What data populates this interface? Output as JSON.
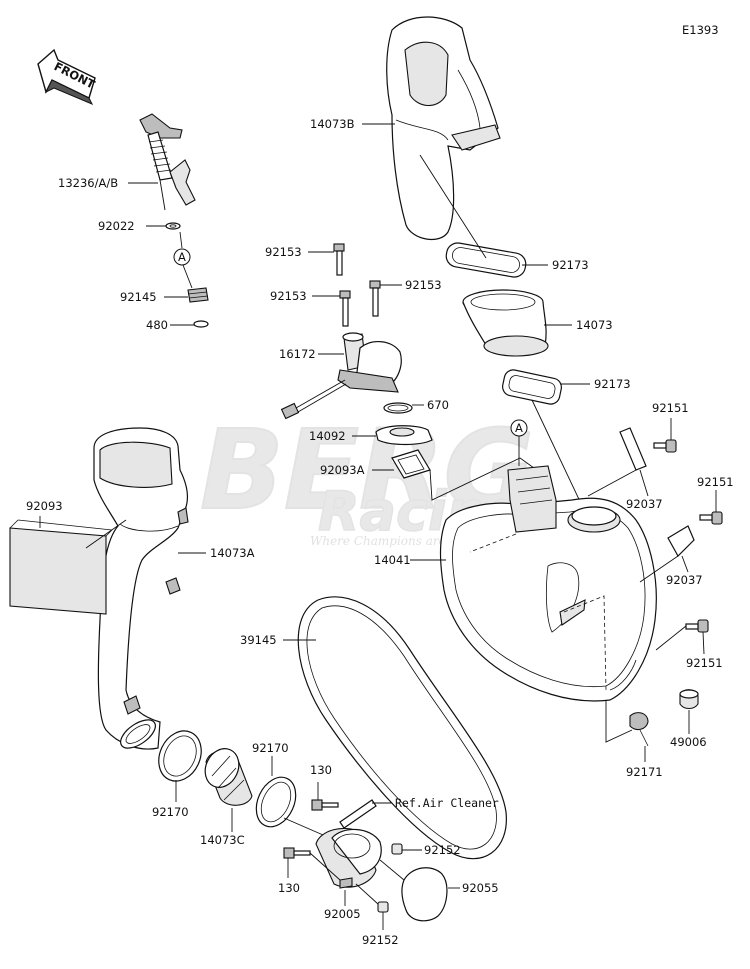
{
  "diagram_code": "E1393",
  "front_label": "FRONT",
  "ref_marker": "A",
  "watermark": {
    "brand": "BERG",
    "sub": "Racing",
    "tagline": "Where Champions are made"
  },
  "parts": {
    "p14073B": "14073B",
    "p13236": "13236/A/B",
    "p92022": "92022",
    "p92145": "92145",
    "p480": "480",
    "p92153a": "92153",
    "p92153b": "92153",
    "p92153c": "92153",
    "p16172": "16172",
    "p92173a": "92173",
    "p14073": "14073",
    "p92173b": "92173",
    "p670": "670",
    "p14092": "14092",
    "p92093A": "92093A",
    "p92151a": "92151",
    "p92037a": "92037",
    "p92151b": "92151",
    "p92093": "92093",
    "p14073A": "14073A",
    "p14041": "14041",
    "p92037b": "92037",
    "p39145": "39145",
    "p92151c": "92151",
    "p49006": "49006",
    "p92171": "92171",
    "p92170a": "92170",
    "p92170b": "92170",
    "p14073C": "14073C",
    "p130a": "130",
    "p130b": "130",
    "ref_air_cleaner": "Ref.Air Cleaner",
    "p92152a": "92152",
    "p92152b": "92152",
    "p92055": "92055",
    "p92005": "92005"
  }
}
